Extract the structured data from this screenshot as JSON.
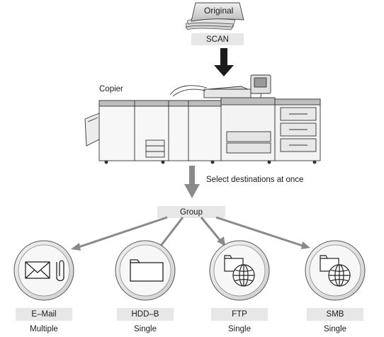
{
  "original_label": "Original",
  "scan_label": "SCAN",
  "copier_label": "Copier",
  "select_note": "Select destinations at once",
  "group_label": "Group",
  "destinations": [
    {
      "name": "E–Mail",
      "mode": "Multiple",
      "icon": "email-attachment-icon"
    },
    {
      "name": "HDD–B",
      "mode": "Single",
      "icon": "folder-icon"
    },
    {
      "name": "FTP",
      "mode": "Single",
      "icon": "folder-globe-icon"
    },
    {
      "name": "SMB",
      "mode": "Single",
      "icon": "folder-globe-icon"
    }
  ]
}
